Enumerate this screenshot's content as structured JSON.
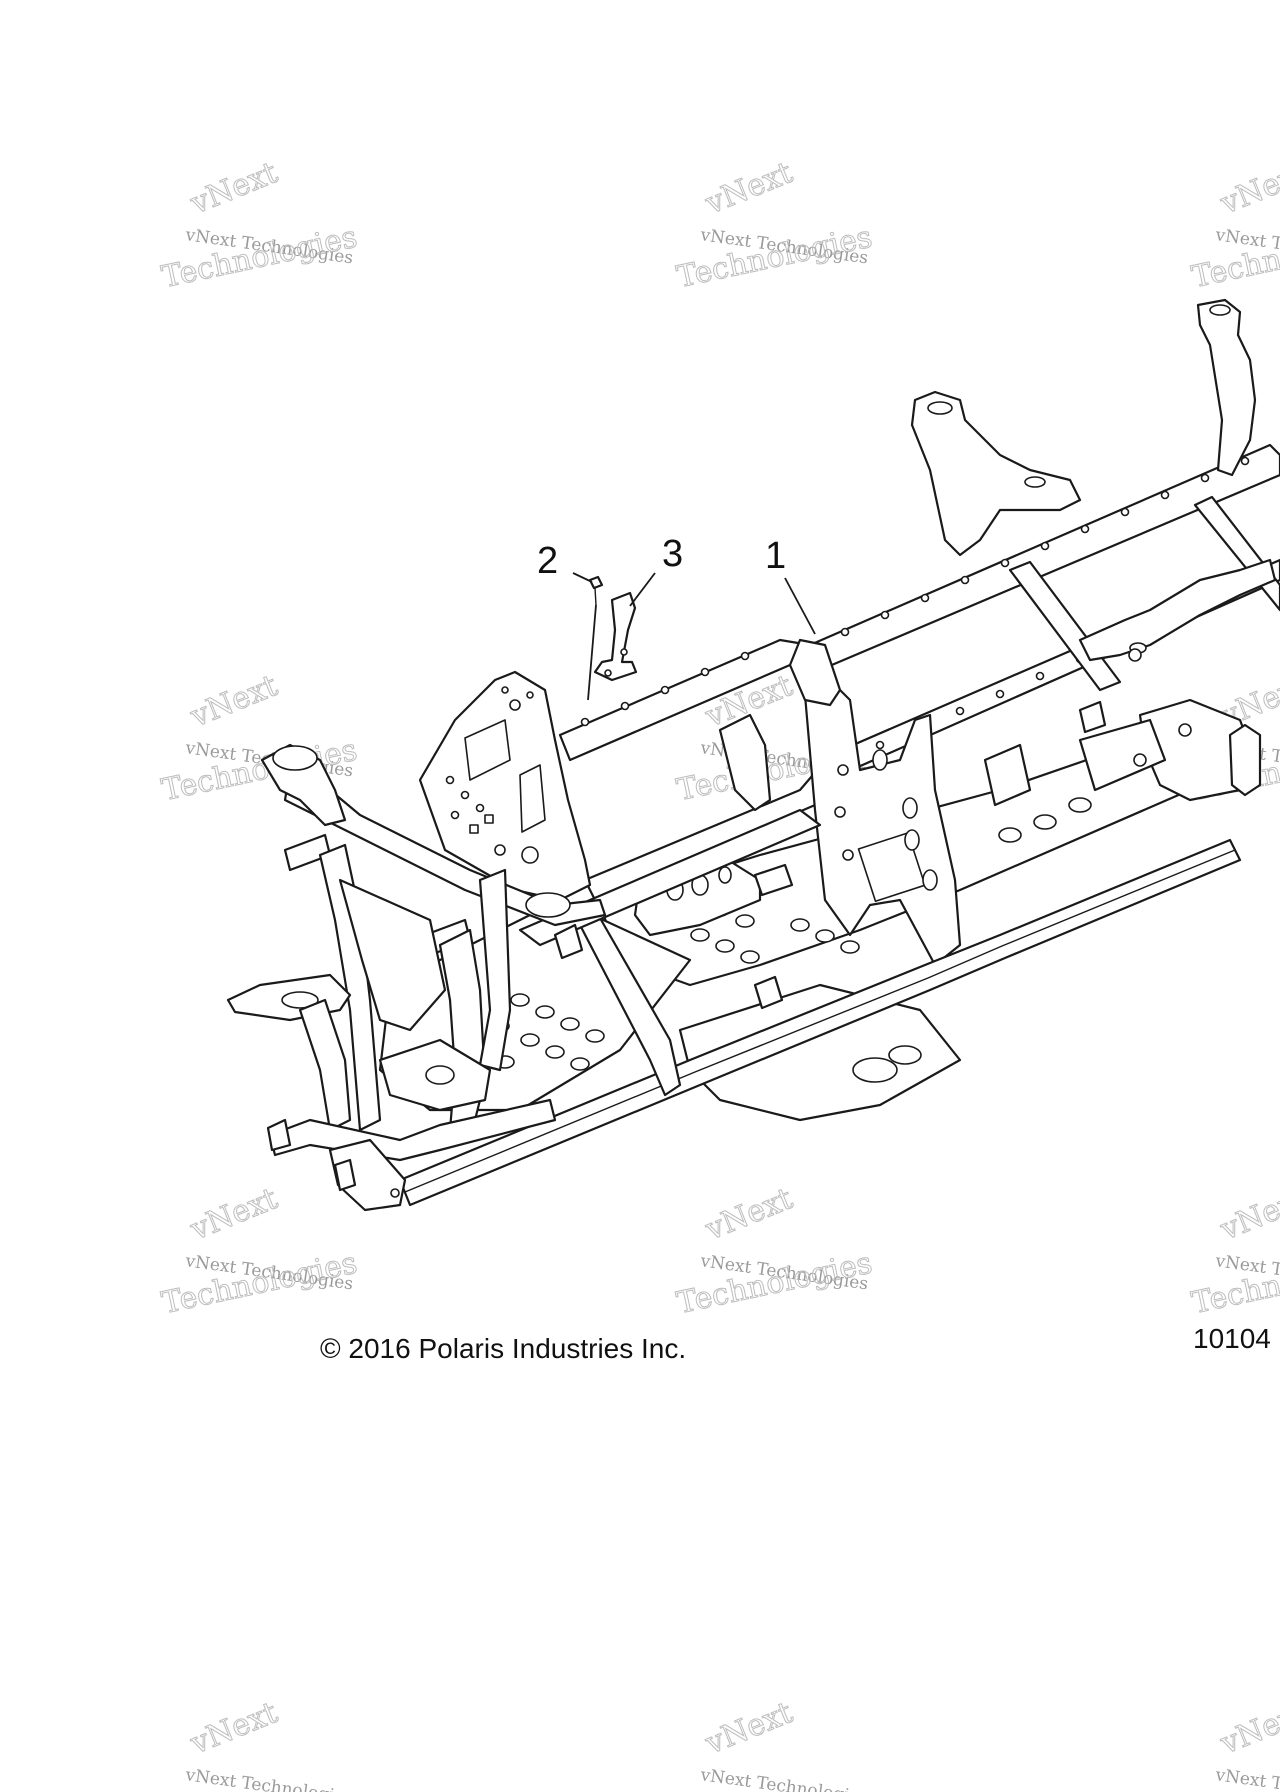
{
  "diagram": {
    "callouts": [
      {
        "id": "1",
        "label": "1"
      },
      {
        "id": "2",
        "label": "2"
      },
      {
        "id": "3",
        "label": "3"
      }
    ],
    "copyright": "© 2016 Polaris Industries Inc.",
    "figure_number": "10104",
    "watermark": {
      "line1": "vNext Technologies",
      "line2": "vNext",
      "line3": "Technologies"
    }
  },
  "colors": {
    "line": "#1a1a1a",
    "background": "#ffffff",
    "watermark": "#9a9a9a"
  }
}
